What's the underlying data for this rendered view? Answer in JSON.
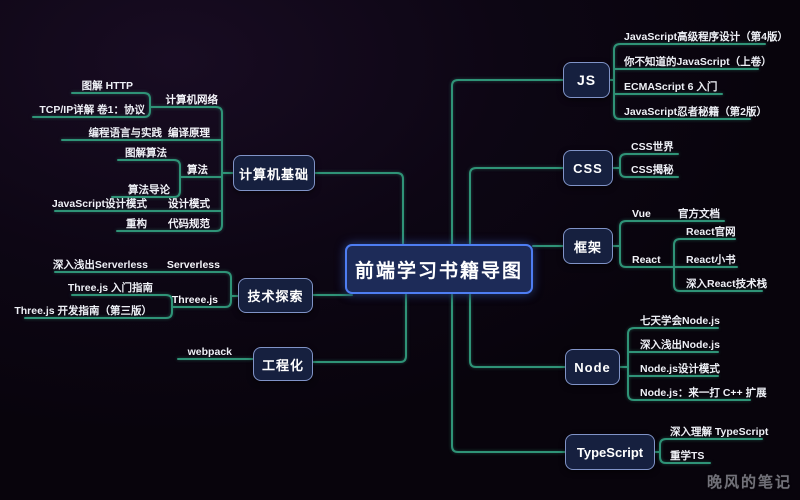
{
  "central": {
    "label": "前端学习书籍导图"
  },
  "watermark": "晚风的笔记",
  "colors": {
    "line": "#2f9377",
    "node_fill": "#16203f",
    "node_border": "#8093c7",
    "central_border": "#4e7df2",
    "background": "#0d0614"
  },
  "right": {
    "js": {
      "label": "JS",
      "books": [
        "JavaScript高级程序设计（第4版）",
        "你不知道的JavaScript（上卷）",
        "ECMAScript 6 入门",
        "JavaScript忍者秘籍（第2版）"
      ]
    },
    "css": {
      "label": "CSS",
      "books": [
        "CSS世界",
        "CSS揭秘"
      ]
    },
    "framework": {
      "label": "框架",
      "vue": {
        "label": "Vue",
        "books": [
          "官方文档"
        ]
      },
      "react": {
        "label": "React",
        "books": [
          "React官网",
          "React小书",
          "深入React技术栈"
        ]
      }
    },
    "node": {
      "label": "Node",
      "books": [
        "七天学会Node.js",
        "深入浅出Node.js",
        "Node.js设计模式",
        "Node.js：来一打 C++ 扩展"
      ]
    },
    "typescript": {
      "label": "TypeScript",
      "books": [
        "深入理解 TypeScript",
        "重学TS"
      ]
    }
  },
  "left": {
    "cs": {
      "label": "计算机基础",
      "topics": [
        {
          "label": "计算机网络",
          "books": [
            "图解 HTTP",
            "TCP/IP详解 卷1：协议"
          ]
        },
        {
          "label": "编译原理",
          "books": [
            "编程语言与实践"
          ]
        },
        {
          "label": "算法",
          "books": [
            "图解算法",
            "算法导论"
          ]
        },
        {
          "label": "设计模式",
          "books": [
            "JavaScript设计模式"
          ]
        },
        {
          "label": "代码规范",
          "books": [
            "重构"
          ]
        }
      ]
    },
    "explore": {
      "label": "技术探索",
      "topics": [
        {
          "label": "Serverless",
          "books": [
            "深入浅出Serverless"
          ]
        },
        {
          "label": "Threee.js",
          "books": [
            "Three.js 入门指南",
            "Three.js 开发指南（第三版）"
          ]
        }
      ]
    },
    "engineering": {
      "label": "工程化",
      "books": [
        "webpack"
      ]
    }
  }
}
